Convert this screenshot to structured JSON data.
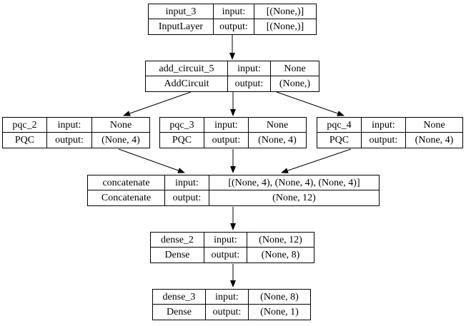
{
  "diagram": {
    "type": "keras-model-plot",
    "colors": {
      "background": "#ffffff",
      "node_background": "#ffffff",
      "node_border": "#000000",
      "text": "#000000",
      "edge": "#000000"
    },
    "nodes": [
      {
        "name": "input_3",
        "layer_class": "InputLayer",
        "input_label": "input:",
        "output_label": "output:",
        "input_shape": "[(None,)]",
        "output_shape": "[(None,)]"
      },
      {
        "name": "add_circuit_5",
        "layer_class": "AddCircuit",
        "input_label": "input:",
        "output_label": "output:",
        "input_shape": "None",
        "output_shape": "(None,)"
      },
      {
        "name": "pqc_2",
        "layer_class": "PQC",
        "input_label": "input:",
        "output_label": "output:",
        "input_shape": "None",
        "output_shape": "(None, 4)"
      },
      {
        "name": "pqc_3",
        "layer_class": "PQC",
        "input_label": "input:",
        "output_label": "output:",
        "input_shape": "None",
        "output_shape": "(None, 4)"
      },
      {
        "name": "pqc_4",
        "layer_class": "PQC",
        "input_label": "input:",
        "output_label": "output:",
        "input_shape": "None",
        "output_shape": "(None, 4)"
      },
      {
        "name": "concatenate",
        "layer_class": "Concatenate",
        "input_label": "input:",
        "output_label": "output:",
        "input_shape": "[(None, 4), (None, 4), (None, 4)]",
        "output_shape": "(None, 12)"
      },
      {
        "name": "dense_2",
        "layer_class": "Dense",
        "input_label": "input:",
        "output_label": "output:",
        "input_shape": "(None, 12)",
        "output_shape": "(None, 8)"
      },
      {
        "name": "dense_3",
        "layer_class": "Dense",
        "input_label": "input:",
        "output_label": "output:",
        "input_shape": "(None, 8)",
        "output_shape": "(None, 1)"
      }
    ],
    "edges": [
      {
        "from": "input_3",
        "to": "add_circuit_5"
      },
      {
        "from": "add_circuit_5",
        "to": "pqc_2"
      },
      {
        "from": "add_circuit_5",
        "to": "pqc_3"
      },
      {
        "from": "add_circuit_5",
        "to": "pqc_4"
      },
      {
        "from": "pqc_2",
        "to": "concatenate"
      },
      {
        "from": "pqc_3",
        "to": "concatenate"
      },
      {
        "from": "pqc_4",
        "to": "concatenate"
      },
      {
        "from": "concatenate",
        "to": "dense_2"
      },
      {
        "from": "dense_2",
        "to": "dense_3"
      }
    ]
  }
}
